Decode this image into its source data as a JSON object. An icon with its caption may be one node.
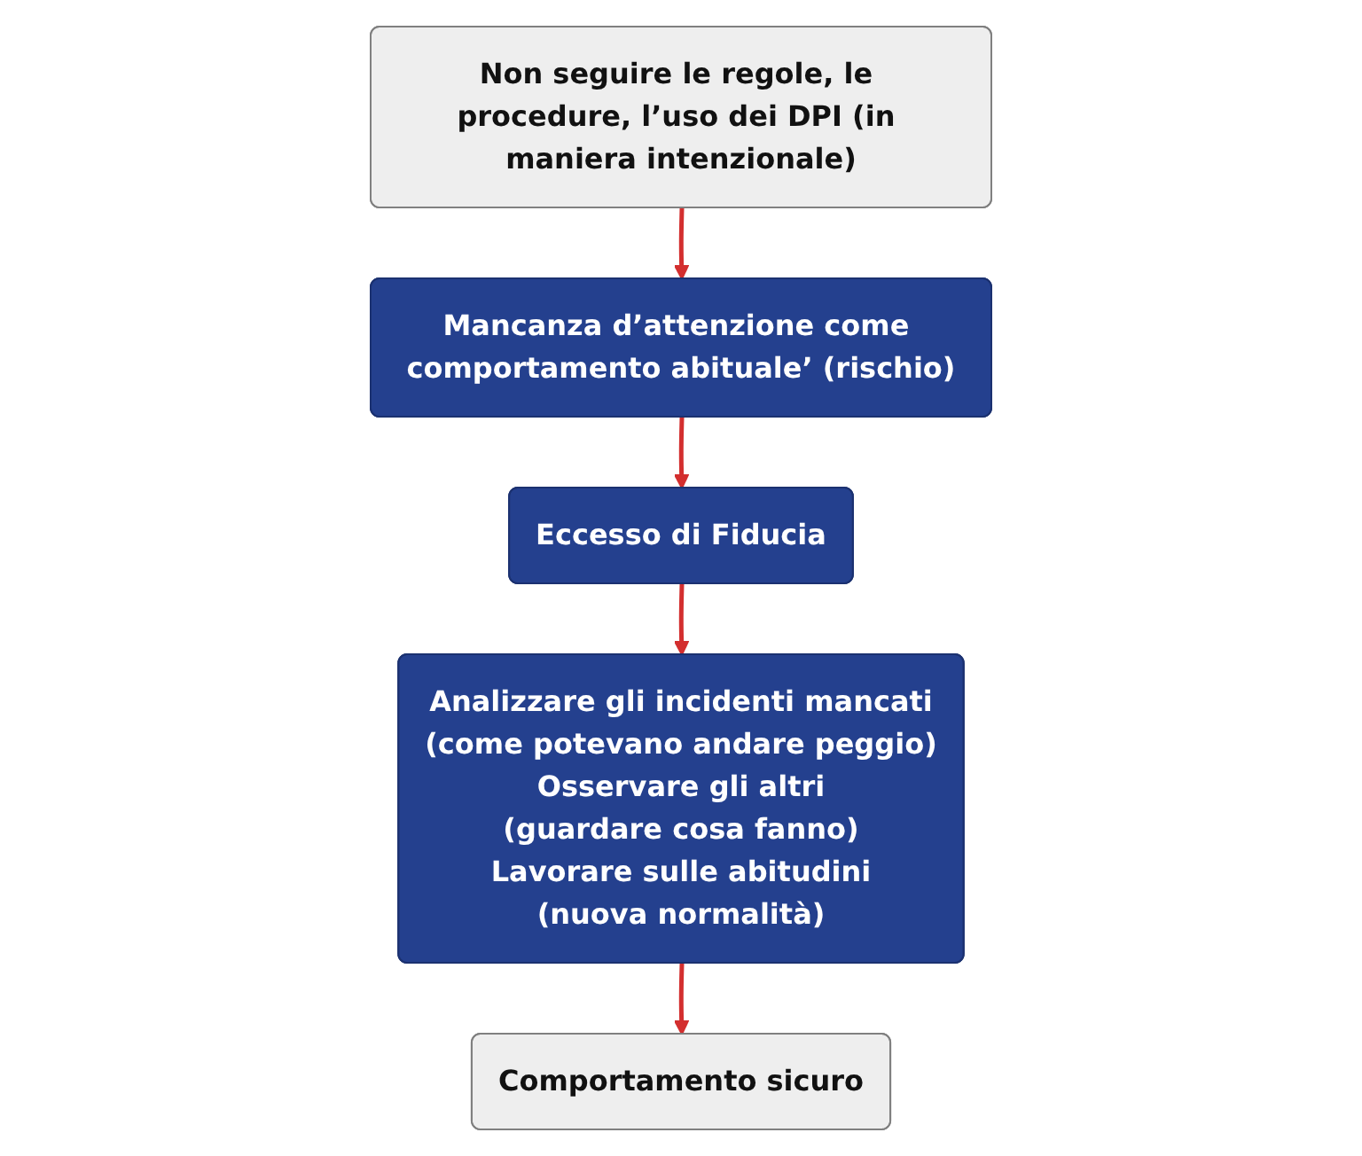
{
  "diagram": {
    "nodes": [
      {
        "text": [
          "Non seguire le regole, le procedure, l’uso dei DPI (in maniera intenzionale)"
        ]
      },
      {
        "text": [
          "Mancanza d’attenzione come comportamento abituale’ (rischio)"
        ]
      },
      {
        "text": [
          "Eccesso di Fiducia"
        ]
      },
      {
        "text": [
          "Analizzare gli incidenti mancati",
          "(come potevano andare peggio)",
          "Osservare gli altri",
          "(guardare cosa fanno)",
          "Lavorare sulle abitudini",
          "(nuova normalità)"
        ]
      },
      {
        "text": [
          "Comportamento sicuro"
        ]
      }
    ],
    "edges": [
      {
        "from": 0,
        "to": 1,
        "arrow": "to"
      },
      {
        "from": 1,
        "to": 2,
        "arrow": "to"
      },
      {
        "from": 2,
        "to": 3,
        "arrow": "to"
      },
      {
        "from": 3,
        "to": 4,
        "arrow": "to"
      }
    ]
  }
}
